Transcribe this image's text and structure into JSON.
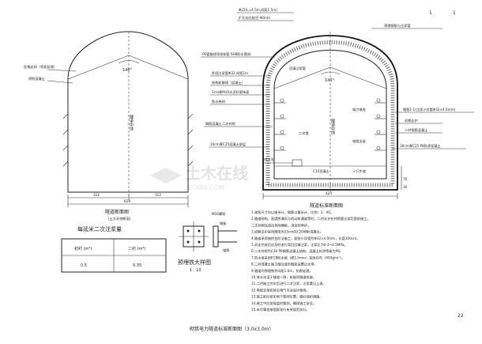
{
  "page": {
    "page_marks": [
      "1",
      "1"
    ],
    "sheet_no": "22",
    "title": "砌筑电力隧道标准断面图（3.0x3.0m）"
  },
  "watermark": {
    "text": "土木在线",
    "sub": "COI88.COM"
  },
  "left_section": {
    "caption": "隧道断面图",
    "caption_sub": "(土方开挖断面)",
    "angle": "140°",
    "center_label": "隧道中线",
    "dims": [
      "312",
      "312",
      "624"
    ],
    "callouts": [
      "挂钢丝网（喷浆处理）",
      "喷射混凝土"
    ]
  },
  "right_section": {
    "caption": "隧道标准断面图",
    "angle": "140°",
    "center_label": "隧道中线",
    "dims": [
      "424",
      "70",
      "30"
    ],
    "callouts": [
      "Φ22(L=4.5m,间距1.5m)",
      "扩孔钻孔桩径 90mm",
      "PE管路线导线穿管 SHB防水管材",
      "卧固注浆管Φ32,间距1m",
      "结构轮廓线（混凝土）",
      "5cm厚M10水泥砂浆抹面",
      "防水卷材",
      "钢筋混凝土二次衬砌",
      "20cm厚C25混凝土垫层",
      "排水沟",
      "C15混凝土",
      "回填注浆管",
      "预埋钢筋与注浆管",
      "钢筋1-1(注浆小导管Φ32×4.0mm)",
      "初期支护",
      "二衬钢筋混凝土",
      "30cm厚C25 P8防渗混凝土",
      "电力电缆",
      "电缆支架",
      "二衬墙",
      "人行步道"
    ]
  },
  "grout_table": {
    "title": "每延米二次注浆量",
    "headers": [
      "初衬 (m³)",
      "二衬 (m³)"
    ],
    "values": [
      "0.5",
      "0.35"
    ]
  },
  "plate_detail": {
    "caption": "预埋铁大样图",
    "scale": "1：10",
    "labels": [
      "M16螺栓",
      "钢板",
      "锚筋"
    ]
  },
  "notes": [
    "1.本图尺寸均以厘米计，钢筋以毫米计，比例：1：40。",
    "2.隧道结构，直墙拱通风与机动车通道等时，二衬允许在衬砌管注浆后提前施工。",
    "  二次衬砌完成后拆除模板，须及时养护。",
    "3.初期支护采用厚度为25cm的C20喷射混凝土。",
    "4.隧道采用暗挖台阶法施工，超前小导管为Φ32×4.0mm，长度300cm。",
    "5.初支完成后应及时进行背后回填注浆，注浆压力0.3~0.5MPa。",
    "6.二次衬砌为C30 P8钢筋混凝土结构，混凝土抗渗等级为P8。",
    "7.防水层采用ECB防水板（厚1.5mm）加无纺布（400g/m²）。",
    "8.二衬混凝土施工缝及变形缝处设置止水带。",
    "9.隧道内预埋铁件间距1.0m，防腐处理。",
    "10.排水沟设于隧道一侧，纵坡同隧道纵坡。",
    "11.二衬施工完毕后进行二次注浆，注浆量见上表。",
    "12.电缆支架安装见电气专业设计图纸。",
    "13.施工前应核实地下管线位置，做好保护措施。",
    "14.施工中应加强监控量测，确保施工安全。",
    "15.未尽事宜按国家现行有关规范执行。"
  ]
}
